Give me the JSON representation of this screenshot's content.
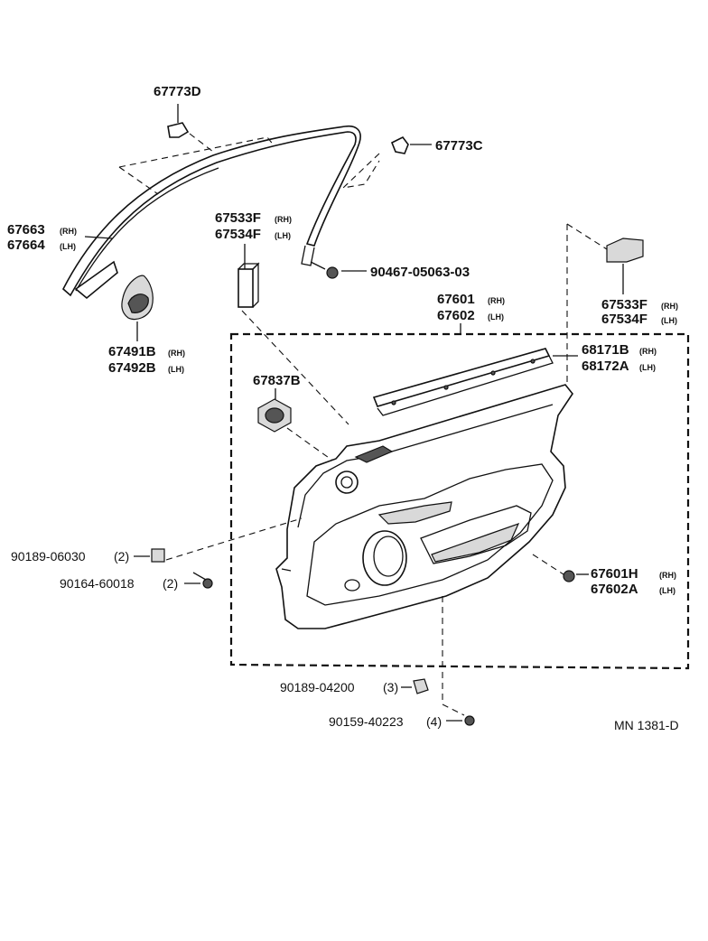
{
  "parts": {
    "corner_clip_top": "67773D",
    "corner_clip_right": "67773C",
    "weatherstrip": {
      "rh": "67663",
      "lh": "67664",
      "rh_tag": "(RH)",
      "lh_tag": "(LH)"
    },
    "pad_block": {
      "rh": "67533F",
      "lh": "67534F",
      "rh_tag": "(RH)",
      "lh_tag": "(LH)"
    },
    "screw_upper": "90467-05063-03",
    "pad_block_right": {
      "rh": "67533F",
      "lh": "67534F",
      "rh_tag": "(RH)",
      "lh_tag": "(LH)"
    },
    "speaker_grille": {
      "rh": "67491B",
      "lh": "67492B",
      "rh_tag": "(RH)",
      "lh_tag": "(LH)"
    },
    "door_trim_board": {
      "rh": "67601",
      "lh": "67602",
      "rh_tag": "(RH)",
      "lh_tag": "(LH)"
    },
    "belt_moulding": {
      "rh": "68171B",
      "lh": "68172A",
      "rh_tag": "(RH)",
      "lh_tag": "(LH)"
    },
    "cover": "67837B",
    "clip_left": {
      "number": "90189-06030",
      "qty": "(2)"
    },
    "screw_left": {
      "number": "90164-60018",
      "qty": "(2)"
    },
    "clip_right": {
      "rh": "67601H",
      "lh": "67602A",
      "rh_tag": "(RH)",
      "lh_tag": "(LH)"
    },
    "clip_bottom": {
      "number": "90189-04200",
      "qty": "(3)"
    },
    "screw_bottom": {
      "number": "90159-40223",
      "qty": "(4)"
    }
  },
  "reference_code": "MN 1381-D"
}
